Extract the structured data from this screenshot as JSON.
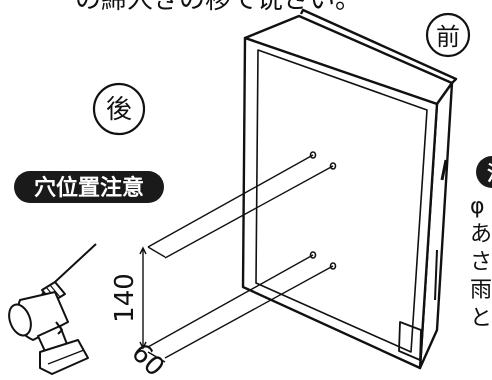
{
  "header_text": "の締人きの移て说さい。",
  "labels": {
    "front": "前",
    "back": "後",
    "hole_position_warning": "穴位置注意",
    "dim_vertical": "140",
    "dim_horizontal": "60",
    "right_note_badge": "注",
    "right_note_lines": [
      "φ",
      "あ",
      "さ",
      "雨",
      "と"
    ]
  },
  "icons": {
    "drill": "drill-icon"
  },
  "colors": {
    "ink": "#111111",
    "badge_bg": "#1a1a1a",
    "badge_text": "#ffffff"
  }
}
